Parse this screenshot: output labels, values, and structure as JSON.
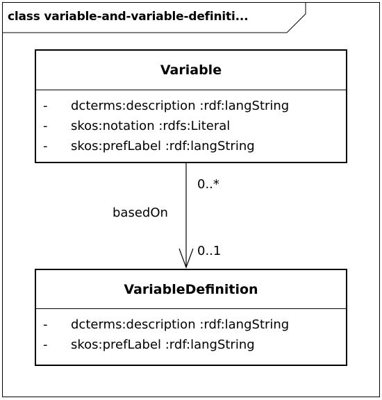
{
  "diagram": {
    "title": "class variable-and-variable-definiti..."
  },
  "classes": [
    {
      "name": "Variable",
      "attributes": [
        {
          "visibility": "-",
          "text": "dcterms:description  :rdf:langString"
        },
        {
          "visibility": "-",
          "text": "skos:notation  :rdfs:Literal"
        },
        {
          "visibility": "-",
          "text": "skos:prefLabel  :rdf:langString"
        }
      ]
    },
    {
      "name": "VariableDefinition",
      "attributes": [
        {
          "visibility": "-",
          "text": "dcterms:description  :rdf:langString"
        },
        {
          "visibility": "-",
          "text": "skos:prefLabel  :rdf:langString"
        }
      ]
    }
  ],
  "association": {
    "role": "basedOn",
    "source_multiplicity": "0..*",
    "target_multiplicity": "0..1",
    "navigability": "navigable toward VariableDefinition (open arrowhead)"
  }
}
